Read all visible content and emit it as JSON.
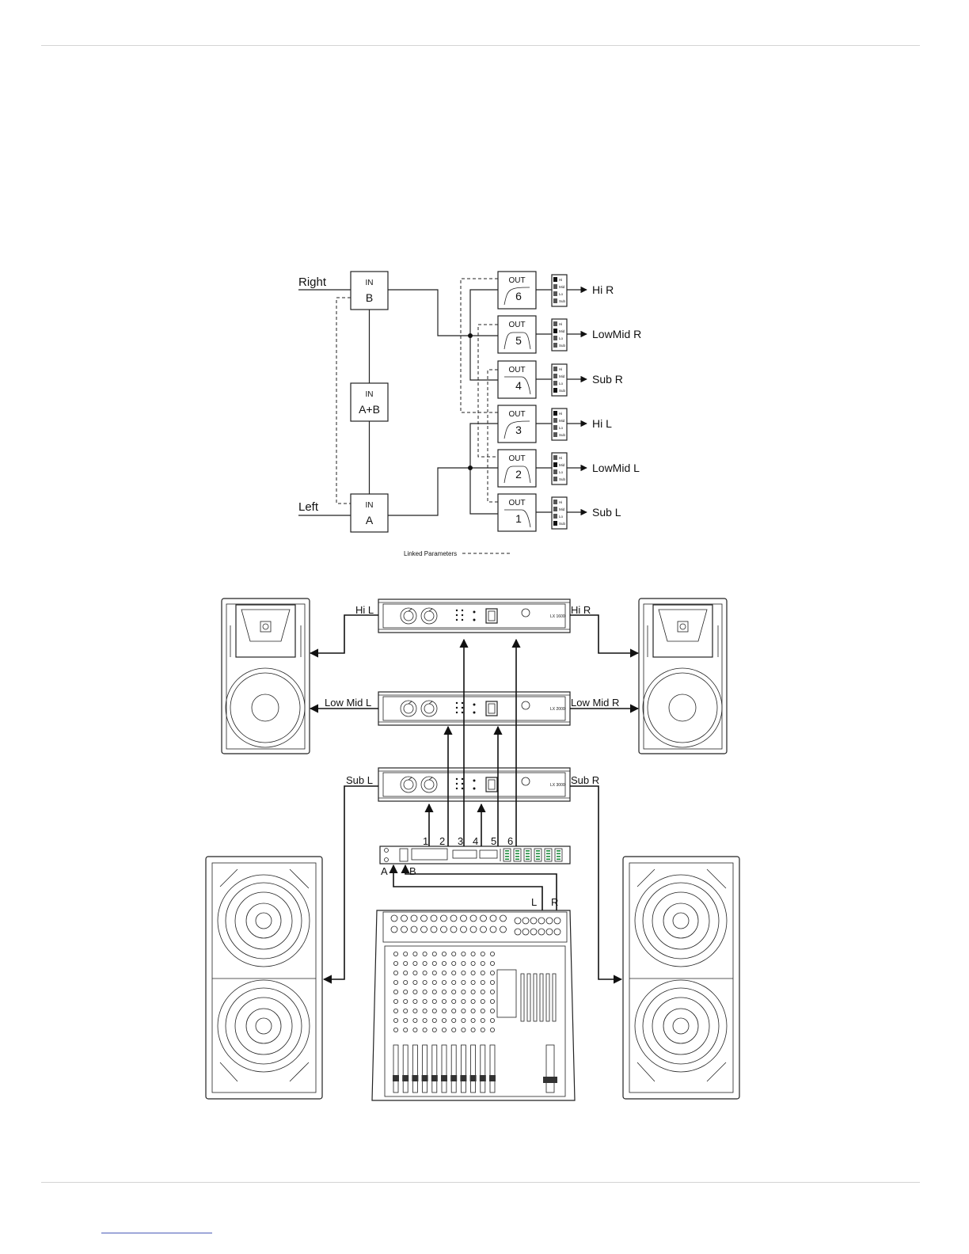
{
  "block_diagram": {
    "input_right_label": "Right",
    "input_left_label": "Left",
    "inputs": [
      {
        "id": "B",
        "title": "IN",
        "name": "B"
      },
      {
        "id": "AB",
        "title": "IN",
        "name": "A+B"
      },
      {
        "id": "A",
        "title": "IN",
        "name": "A"
      }
    ],
    "outputs": [
      {
        "title": "OUT",
        "number": "6",
        "dest": "Hi R",
        "filter": "highpass"
      },
      {
        "title": "OUT",
        "number": "5",
        "dest": "LowMid R",
        "filter": "bandpass"
      },
      {
        "title": "OUT",
        "number": "4",
        "dest": "Sub R",
        "filter": "lowpass"
      },
      {
        "title": "OUT",
        "number": "3",
        "dest": "Hi L",
        "filter": "highpass"
      },
      {
        "title": "OUT",
        "number": "2",
        "dest": "LowMid L",
        "filter": "bandpass"
      },
      {
        "title": "OUT",
        "number": "1",
        "dest": "Sub L",
        "filter": "lowpass"
      }
    ],
    "output_select_labels": [
      "Hi",
      "Mid",
      "Lo",
      "Sub"
    ],
    "legend_label": "Linked Parameters"
  },
  "system_diagram": {
    "amp_labels": {
      "hi_left": "Hi L",
      "hi_right": "Hi R",
      "lowmid_left": "Low Mid L",
      "lowmid_right": "Low Mid R",
      "sub_left": "Sub L",
      "sub_right": "Sub R"
    },
    "amp_models": [
      "LX 1600",
      "LX 2000",
      "LX 3000"
    ],
    "processor_outputs": [
      "1",
      "2",
      "3",
      "4",
      "5",
      "6"
    ],
    "processor_inputs": [
      "A",
      "B"
    ],
    "mixer_outputs": [
      "L",
      "R"
    ]
  }
}
